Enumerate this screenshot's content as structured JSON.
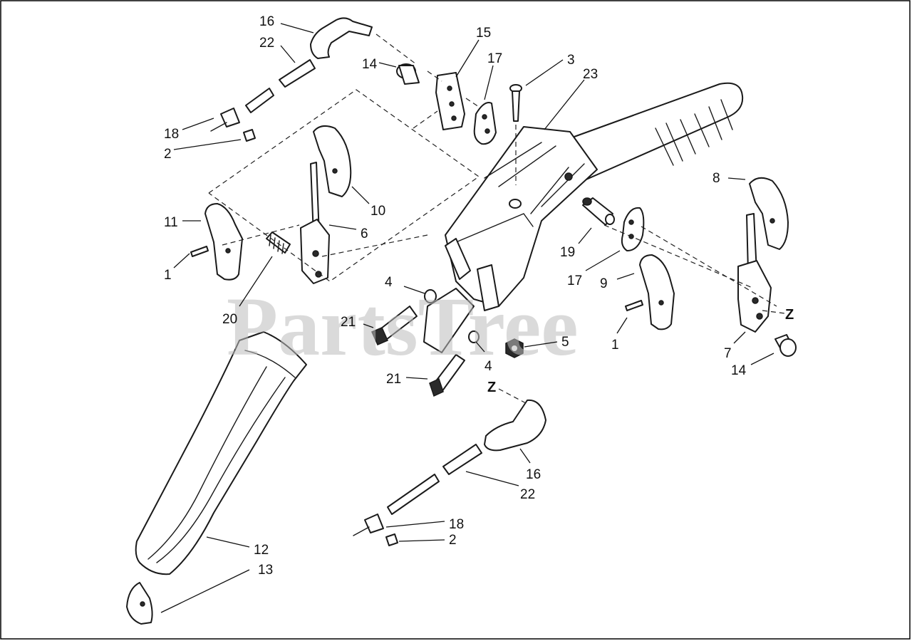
{
  "watermark": "PartsTree",
  "colors": {
    "line": "#1a1a1a",
    "watermark": "#bdbdbd",
    "background": "#ffffff"
  },
  "callouts": {
    "c1a": "1",
    "c1b": "1",
    "c2a": "2",
    "c2b": "2",
    "c3": "3",
    "c4a": "4",
    "c4b": "4",
    "c5": "5",
    "c6": "6",
    "c7": "7",
    "c8": "8",
    "c9": "9",
    "c10": "10",
    "c11": "11",
    "c12": "12",
    "c13": "13",
    "c14a": "14",
    "c14b": "14",
    "c15": "15",
    "c16a": "16",
    "c16b": "16",
    "c17a": "17",
    "c17b": "17",
    "c18a": "18",
    "c18b": "18",
    "c19": "19",
    "c20": "20",
    "c21a": "21",
    "c21b": "21",
    "c22a": "22",
    "c22b": "22",
    "c23": "23"
  },
  "ref_marks": {
    "z1": "Z",
    "z2": "Z"
  }
}
